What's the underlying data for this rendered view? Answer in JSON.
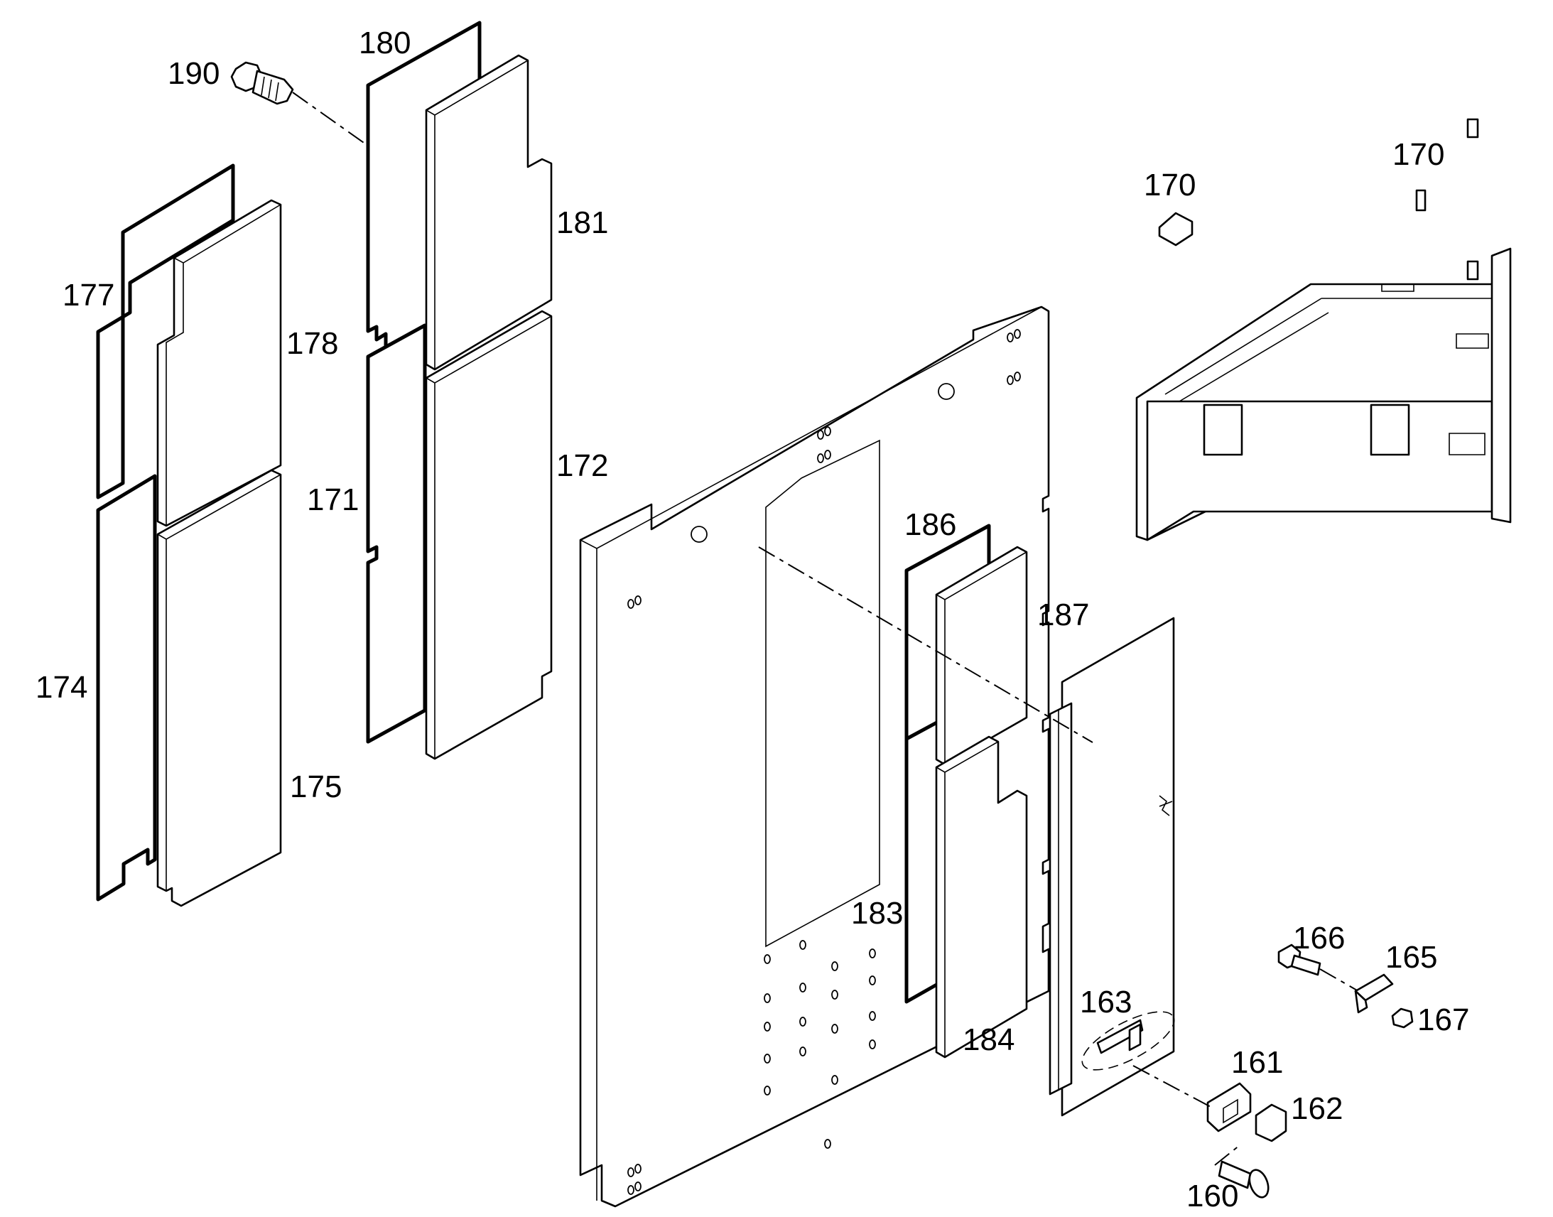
{
  "diagram": {
    "callouts": {
      "c190": "190",
      "c180": "180",
      "c181": "181",
      "c177": "177",
      "c178": "178",
      "c171": "171",
      "c172": "172",
      "c174": "174",
      "c175": "175",
      "c170a": "170",
      "c170b": "170",
      "c186": "186",
      "c187": "187",
      "c183": "183",
      "c184": "184",
      "c163": "163",
      "c166": "166",
      "c165": "165",
      "c167": "167",
      "c161": "161",
      "c162": "162",
      "c160": "160"
    }
  }
}
